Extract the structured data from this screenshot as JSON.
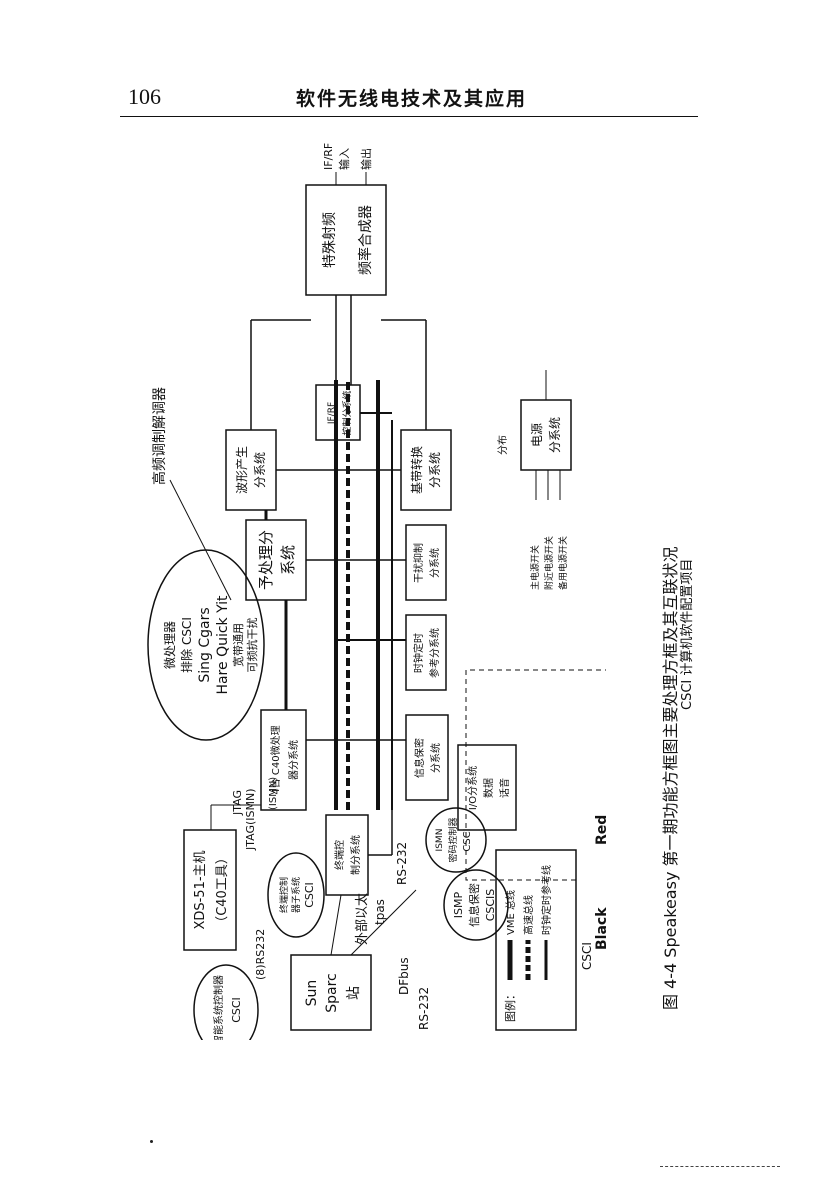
{
  "header": {
    "page_number": "106",
    "running_title": "软件无线电技术及其应用"
  },
  "figure": {
    "caption": "图 4-4   Speakeasy 第一期功能方框图主要处理方框及其互联状况",
    "labels": {
      "if_rf_io_top": "IF/RF",
      "if_rf_io_in": "输入",
      "if_rf_io_out": "输出",
      "special_rf_line1": "特殊射频",
      "special_rf_line2": "频率合成器",
      "if_rf_ctrl_line1": "IF/RF",
      "if_rf_ctrl_line2": "控制分系统",
      "waveform_line1": "波形产生",
      "waveform_line2": "分系统",
      "baseband_line1": "基带转换",
      "baseband_line2": "分系统",
      "preproc_line1": "予处理分",
      "preproc_line2": "系统",
      "jammer_line1": "干扰抑制",
      "jammer_line2": "分系统",
      "clock_line1": "时钟定时",
      "clock_line2": "参考分系统",
      "c40_line1": "4台 C40微处理",
      "c40_line2": "器分系统",
      "infosec_line1": "信息保密",
      "infosec_line2": "分系统",
      "io_line1": "I/O分系统",
      "io_line2": "数据",
      "io_line3": "话音",
      "terminal_line1": "终端控",
      "terminal_line2": "制分系统",
      "power_line1": "电源",
      "power_line2": "分系统",
      "power_distribution": "分布",
      "switch_1": "主电源开关",
      "switch_2": "附近电源开关",
      "switch_3": "备用电源开关",
      "hf_modem": "高频调制解调器",
      "csci_config": "CSCI 计算机软件配置项目",
      "ellipse_processor_1": "微处理器",
      "ellipse_processor_2": "排除 CSCI",
      "ellipse_processor_3": "Sing Cgars",
      "ellipse_processor_4": "Hare Quick Yit",
      "ellipse_processor_5": "宽带通用",
      "ellipse_processor_6": "可频抗干扰",
      "jtag_1": "JTAG",
      "jtag_2": "JTAG(ISMN)",
      "jtag_3": "(ISMN)",
      "xds_line1": "XDS-51-主机",
      "xds_line2": "（C40工具）",
      "rs232_8": "(8)RS232",
      "terminal_ellipse_1": "终端控制",
      "terminal_ellipse_2": "器子系统",
      "terminal_ellipse_3": "CSCI",
      "ext_ethernet_1": "外部以太",
      "ext_ethernet_2": "tpas",
      "rs232_top": "RS-232",
      "rs232_bottom": "RS-232",
      "dfbus": "DFbus",
      "sun_line1": "Sun",
      "sun_line2": "Sparc",
      "sun_line3": "站",
      "intelligent_ctrl_1": "智能系统控制器",
      "intelligent_ctrl_2": "CSCI",
      "ismn_1": "ISMN",
      "ismn_2": "密码控制器",
      "ismn_3": "CSCI",
      "ismp_1": "ISMP",
      "ismp_2": "信息保密",
      "ismp_3": "CSCIS",
      "black": "Black",
      "red": "Red",
      "legend_title": "图例：",
      "legend_vme": "VME 总线",
      "legend_fast": "高速总线",
      "legend_clock": "时钟定时参考线",
      "legend_csci": "CSCI"
    }
  }
}
